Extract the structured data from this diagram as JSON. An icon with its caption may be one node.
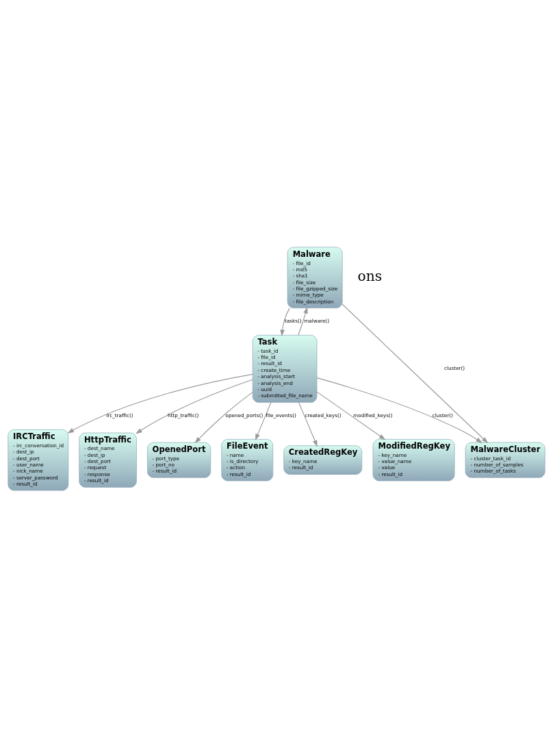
{
  "diagram": {
    "nodes": [
      {
        "text": [
          "Malware",
          "- file_id",
          "- md5",
          "- sha1",
          "- file_size",
          "- file_gzipped_size",
          "- mime_type",
          "- file_description"
        ]
      },
      {
        "text": [
          "Task",
          "- task_id",
          "- file_id",
          "- result_id",
          "- create_time",
          "- analysis_start",
          "- analysis_end",
          "- uuid",
          "- submitted_file_name"
        ]
      },
      {
        "text": [
          "MalwareCluster",
          "- cluster_task_id",
          "- number_of_samples",
          "- number_of_tasks"
        ]
      },
      {
        "text": [
          "IRCTraffic",
          "- irc_conversation_id",
          "- dest_ip",
          "- dest_port",
          "- user_name",
          "- nick_name",
          "- server_password",
          "- result_id"
        ]
      },
      {
        "text": [
          "HttpTraffic",
          "- dest_name",
          "- dest_ip",
          "- dest_port",
          "- request",
          "- response",
          "- result_id"
        ]
      },
      {
        "text": [
          "OpenedPort",
          "- port_type",
          "- port_no",
          "- result_id"
        ]
      },
      {
        "text": [
          "FileEvent",
          "- name",
          "- is_directory",
          "- action",
          "- result_id"
        ]
      },
      {
        "text": [
          "CreatedRegKey",
          "- key_name",
          "- result_id"
        ]
      },
      {
        "text": [
          "ModifiedRegKey",
          "- key_name",
          "- value_name",
          "- value",
          "- result_id"
        ]
      }
    ],
    "edges": [
      {
        "from": 0,
        "to": 1,
        "arrow": "to",
        "label": "tasks()"
      },
      {
        "from": 1,
        "to": 0,
        "arrow": "to",
        "label": "malware()"
      },
      {
        "from": 0,
        "to": 2,
        "arrow": "to",
        "label": "cluster()"
      },
      {
        "from": 1,
        "to": 2,
        "arrow": "to",
        "label": "cluster()"
      },
      {
        "from": 1,
        "to": 3,
        "arrow": "to",
        "label": "irc_traffic()"
      },
      {
        "from": 1,
        "to": 7,
        "arrow": "to",
        "label": "created_keys()"
      },
      {
        "from": 1,
        "to": 4,
        "arrow": "to",
        "label": "http_traffic()"
      },
      {
        "from": 1,
        "to": 8,
        "arrow": "to",
        "label": "modified_keys()"
      },
      {
        "from": 1,
        "to": 5,
        "arrow": "to",
        "label": "opened_ports()"
      },
      {
        "from": 1,
        "to": 6,
        "arrow": "to",
        "label": "file_events()"
      }
    ],
    "labels": [
      "ons"
    ]
  }
}
